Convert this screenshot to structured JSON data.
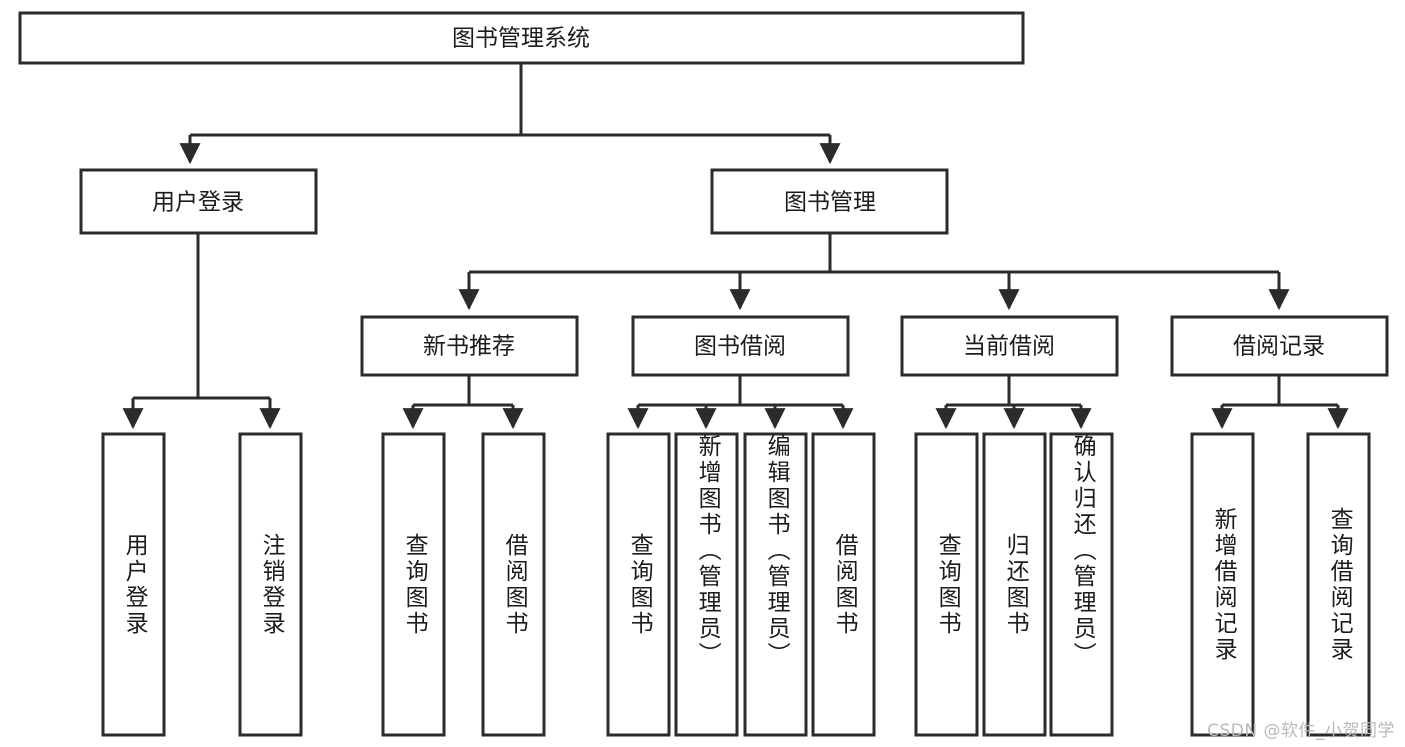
{
  "diagram": {
    "type": "tree-hierarchy",
    "title": "图书管理系统",
    "watermark": "CSDN @软件_小贺同学",
    "colors": {
      "stroke": "#2b2b2b",
      "fill": "#ffffff",
      "text": "#1c1c1c",
      "background": "#ffffff",
      "watermark": "#b9b9b9"
    },
    "root": {
      "label": "图书管理系统"
    },
    "level2": [
      {
        "label": "用户登录"
      },
      {
        "label": "图书管理"
      }
    ],
    "level3": [
      {
        "label": "新书推荐"
      },
      {
        "label": "图书借阅"
      },
      {
        "label": "当前借阅"
      },
      {
        "label": "借阅记录"
      }
    ],
    "leaves": {
      "user_login": [
        {
          "label": "用户登录"
        },
        {
          "label": "注销登录"
        }
      ],
      "new_book": [
        {
          "label": "查询图书"
        },
        {
          "label": "借阅图书"
        }
      ],
      "book_borrow": [
        {
          "label": "查询图书"
        },
        {
          "label": "新增图书（管理员）"
        },
        {
          "label": "编辑图书（管理员）"
        },
        {
          "label": "借阅图书"
        }
      ],
      "current_borrow": [
        {
          "label": "查询图书"
        },
        {
          "label": "归还图书"
        },
        {
          "label": "确认归还（管理员）"
        }
      ],
      "borrow_record": [
        {
          "label": "新增借阅记录"
        },
        {
          "label": "查询借阅记录"
        }
      ]
    }
  }
}
